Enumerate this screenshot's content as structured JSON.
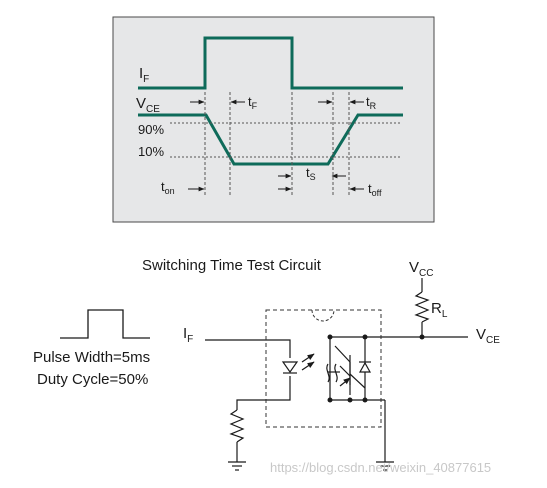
{
  "timing": {
    "if_label": "I",
    "if_sub": "F",
    "vce_label": "V",
    "vce_sub": "CE",
    "pct_90": "90%",
    "pct_10": "10%",
    "tf_label": "t",
    "tf_sub": "F",
    "tr_label": "t",
    "tr_sub": "R",
    "ton_label": "t",
    "ton_sub": "on",
    "ts_label": "t",
    "ts_sub": "S",
    "toff_label": "t",
    "toff_sub": "off"
  },
  "circuit": {
    "title": "Switching Time Test Circuit",
    "pulse_width": "Pulse Width=5ms",
    "duty_cycle": "Duty Cycle=50%",
    "if_label": "I",
    "if_sub": "F",
    "vcc_label": "V",
    "vcc_sub": "CC",
    "rl_label": "R",
    "rl_sub": "L",
    "vce_label": "V",
    "vce_sub": "CE"
  },
  "watermark": "https://blog.csdn.net/weixin_40877615",
  "colors": {
    "panel": "#e6e7e8",
    "waveform": "#0e6b5a",
    "line": "#1a1a1a"
  }
}
